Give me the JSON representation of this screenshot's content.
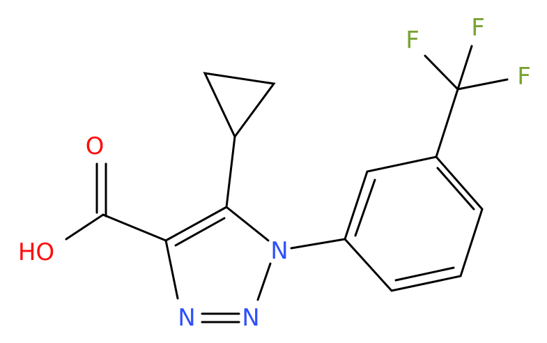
{
  "atoms": {
    "o_carbonyl": {
      "label": "O",
      "color": "#ff0d0d"
    },
    "hydroxyl": {
      "label": "HO",
      "color": "#ff0d0d"
    },
    "n1": {
      "label": "N",
      "color": "#3050f8"
    },
    "n2": {
      "label": "N",
      "color": "#3050f8"
    },
    "n3": {
      "label": "N",
      "color": "#3050f8"
    },
    "f1": {
      "label": "F",
      "color": "#78a22f"
    },
    "f2": {
      "label": "F",
      "color": "#78a22f"
    },
    "f3": {
      "label": "F",
      "color": "#78a22f"
    }
  },
  "bond_color": "#000000"
}
